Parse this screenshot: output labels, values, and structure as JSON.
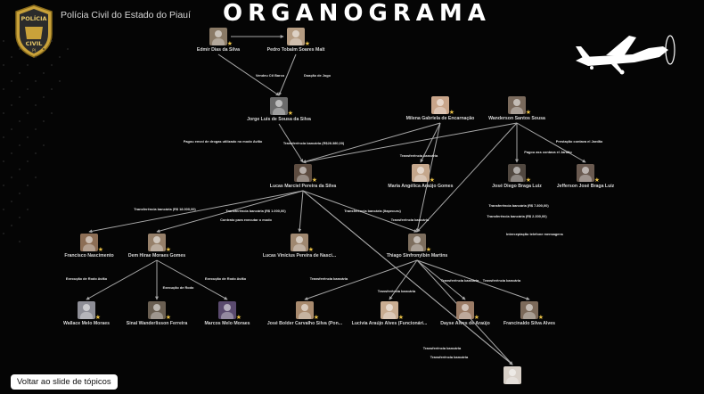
{
  "header": {
    "title": "ORGANOGRAMA",
    "org_name": "Polícia Civil do Estado do Piauí",
    "badge_line1": "POLÍCIA",
    "badge_line2": "CIVIL",
    "badge_line3": "PI"
  },
  "footer": {
    "back_button": "Voltar ao slide de tópicos"
  },
  "colors": {
    "background": "#050505",
    "edge": "#a8a8a8",
    "text": "#d8d8d8",
    "accent": "#e9c046"
  },
  "nodes": [
    {
      "id": "n1",
      "name": "Edmir Dias da Silva",
      "photo": "#8a7a66"
    },
    {
      "id": "n2",
      "name": "Pedro Tobalm Soares Malt",
      "photo": "#b59c82"
    },
    {
      "id": "n3",
      "name": "Jorge Luis de Sousa da Silva",
      "photo": "#6b6b6b"
    },
    {
      "id": "n4",
      "name": "Milena Gabriela de Encarnação",
      "photo": "#c9a58a"
    },
    {
      "id": "n5",
      "name": "Wanderson Santos Sousa",
      "photo": "#7a6a5c"
    },
    {
      "id": "n6",
      "name": "Lucas Marciel Pereira da Silva",
      "photo": "#5d4c40"
    },
    {
      "id": "n7",
      "name": "Maria Angélica Araújo Gomes",
      "photo": "#c5a78c"
    },
    {
      "id": "n8",
      "name": "José Diego Braga Luiz",
      "photo": "#514840"
    },
    {
      "id": "n9",
      "name": "Jefferson José Braga Luiz",
      "photo": "#6a5a50"
    },
    {
      "id": "n10",
      "name": "Francisco Nascimento",
      "photo": "#8d6e55"
    },
    {
      "id": "n11",
      "name": "Dem Hirae Moraes Gomes",
      "photo": "#96806a"
    },
    {
      "id": "n12",
      "name": "Lucas Vinícius Pereira de Nasci...",
      "photo": "#a08870"
    },
    {
      "id": "n13",
      "name": "Thiago Sinfronylbin Martins",
      "photo": "#7d6e5e"
    },
    {
      "id": "n14",
      "name": "Wallace Melo Moraes",
      "photo": "#8e8e96"
    },
    {
      "id": "n15",
      "name": "Sinal Wanderlisson Ferreira",
      "photo": "#6a5f52"
    },
    {
      "id": "n16",
      "name": "Marcos Melo Moraes",
      "photo": "#5a4a6e"
    },
    {
      "id": "n17",
      "name": "José Bolder Carvalho Silva (Pon...",
      "photo": "#a88a6e"
    },
    {
      "id": "n18",
      "name": "Lucivia Araújo Alves (Funcionári...",
      "photo": "#c9ad92"
    },
    {
      "id": "n19",
      "name": "Dayse Alves de Araújo",
      "photo": "#9b7c66"
    },
    {
      "id": "n20",
      "name": "Francinaldo Silva Alves",
      "photo": "#7c6a5a"
    },
    {
      "id": "n21",
      "name": "",
      "photo": "#d8d0c8"
    }
  ],
  "edge_labels": [
    "Vendeu Ctl Barco",
    "Doação de Jogo",
    "Transferência bancária (R$28.380,00)",
    "Pagou envoi de drogas utilizado no modo Avião",
    "Transferência bancária",
    "Prestação contava el Jardão",
    "Pagou ass contava el Jardão",
    "Transferência bancária (R$ 18.000,00)",
    "Transferência bancária (R$ 1.000,00)",
    "Contrato para executar o modo",
    "Transferência bancária (Itapecuru)",
    "Transferência bancária (R$ 7.800,00)",
    "Transferência bancária",
    "Transferência bancária (R$ 2.300,00)",
    "Interceptação telefone mensagens",
    "Execução de Rodo Avião",
    "Execução de Rodo",
    "Execução de Rodo Avião",
    "Transferência bancária",
    "Transferência bancária",
    "Transferência bancária",
    "Transferência bancária",
    "Transferência bancária",
    "Transferência bancária"
  ]
}
